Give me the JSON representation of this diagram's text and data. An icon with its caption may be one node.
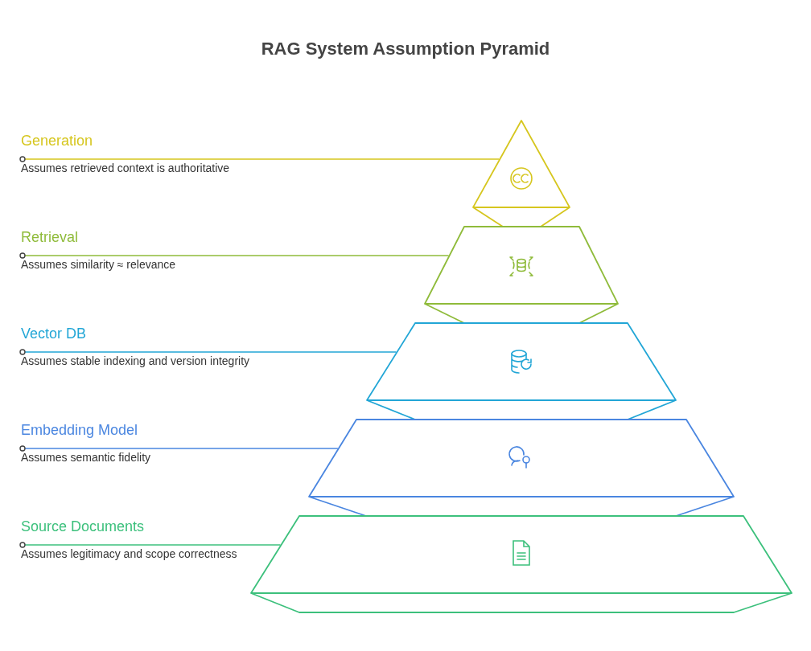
{
  "diagram": {
    "title": "RAG System Assumption Pyramid",
    "nodes": [
      {
        "text": [
          "Generation",
          "Assumes retrieved context is authoritative"
        ]
      },
      {
        "text": [],
        "shape": "triangle"
      },
      {
        "text": [
          "Retrieval",
          "Assumes similarity ≈ relevance"
        ]
      },
      {
        "text": [],
        "shape": "trapezoid"
      },
      {
        "text": [
          "Vector DB",
          "Assumes stable indexing and version integrity"
        ]
      },
      {
        "text": [],
        "shape": "trapezoid"
      },
      {
        "text": [
          "Embedding Model",
          "Assumes semantic fidelity"
        ]
      },
      {
        "text": [],
        "shape": "trapezoid"
      },
      {
        "text": [
          "Source Documents",
          "Assumes legitimacy and scope correctness"
        ]
      },
      {
        "text": [],
        "shape": "trapezoid"
      }
    ],
    "edges": [
      {
        "from": 0,
        "to": 1,
        "arrow": "other",
        "color": "#d6c61e"
      },
      {
        "from": 2,
        "to": 3,
        "arrow": "other",
        "color": "#8fbb3a"
      },
      {
        "from": 4,
        "to": 5,
        "arrow": "other",
        "color": "#22a6d6"
      },
      {
        "from": 6,
        "to": 7,
        "arrow": "other",
        "color": "#4a86e0"
      },
      {
        "from": 8,
        "to": 9,
        "arrow": "other",
        "color": "#3cc07c"
      }
    ]
  }
}
